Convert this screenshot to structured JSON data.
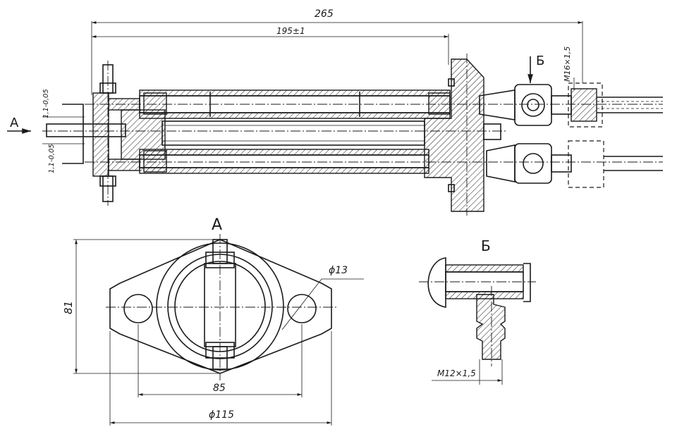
{
  "dimensions": {
    "overall_length": "265",
    "tube_length": "195±1",
    "gap_upper": "1,1-0,05",
    "gap_lower": "1,1-0,05",
    "thread_upper": "M16×1,5",
    "height_flange": "81",
    "bolt_spacing": "85",
    "flange_diameter": "ϕ115",
    "hole_diameter": "ϕ13",
    "thread_fitting": "M12×1,5"
  },
  "view_labels": {
    "arrow_a": "A",
    "arrow_b": "Б",
    "view_a_title": "A",
    "view_b_title": "Б"
  }
}
